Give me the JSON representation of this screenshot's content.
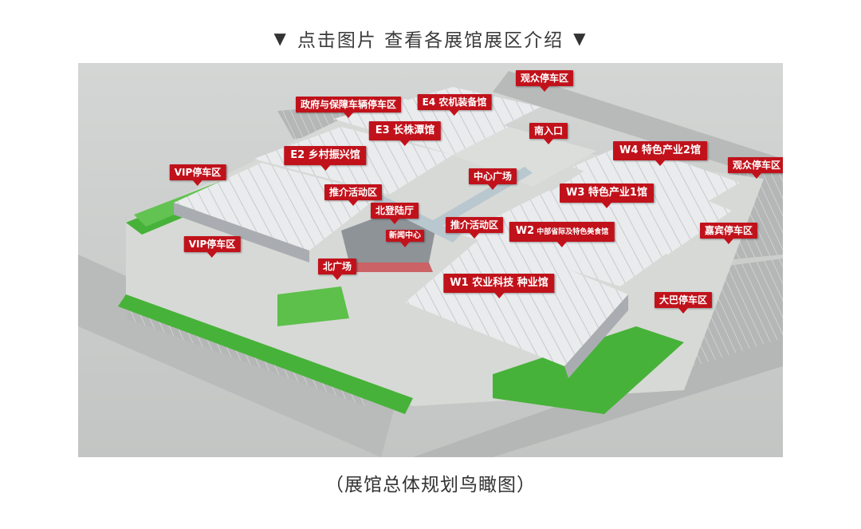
{
  "header": {
    "left_marker": "▼",
    "text": "点击图片 查看各展馆展区介绍",
    "right_marker": "▼"
  },
  "caption": "（展馆总体规划鸟瞰图）",
  "colors": {
    "label_red": "#c1121b",
    "roof_gray": "#e6e8ea",
    "grass_green": "#47b239",
    "road_gray": "#bdbfbe"
  },
  "labels": {
    "audience_parking_top": "观众停车区",
    "e4": "E4 农机装备馆",
    "gov_parking": "政府与保障车辆停车区",
    "e3": "E3 长株潭馆",
    "south_entrance": "南入口",
    "w4": "W4 特色产业2馆",
    "audience_parking_right": "观众停车区",
    "e2": "E2 乡村振兴馆",
    "vip_parking_1": "VIP停车区",
    "central_plaza": "中心广场",
    "promo_area_1": "推介活动区",
    "w3": "W3 特色产业1馆",
    "north_hall": "北登陆厅",
    "press_center": "新闻中心",
    "promo_area_2": "推介活动区",
    "w2": "W2",
    "w2_sub": "中部省际及特色美食馆",
    "guest_parking": "嘉宾停车区",
    "vip_parking_2": "VIP停车区",
    "north_plaza": "北广场",
    "w1": "W1 农业科技 种业馆",
    "bus_parking": "大巴停车区"
  }
}
